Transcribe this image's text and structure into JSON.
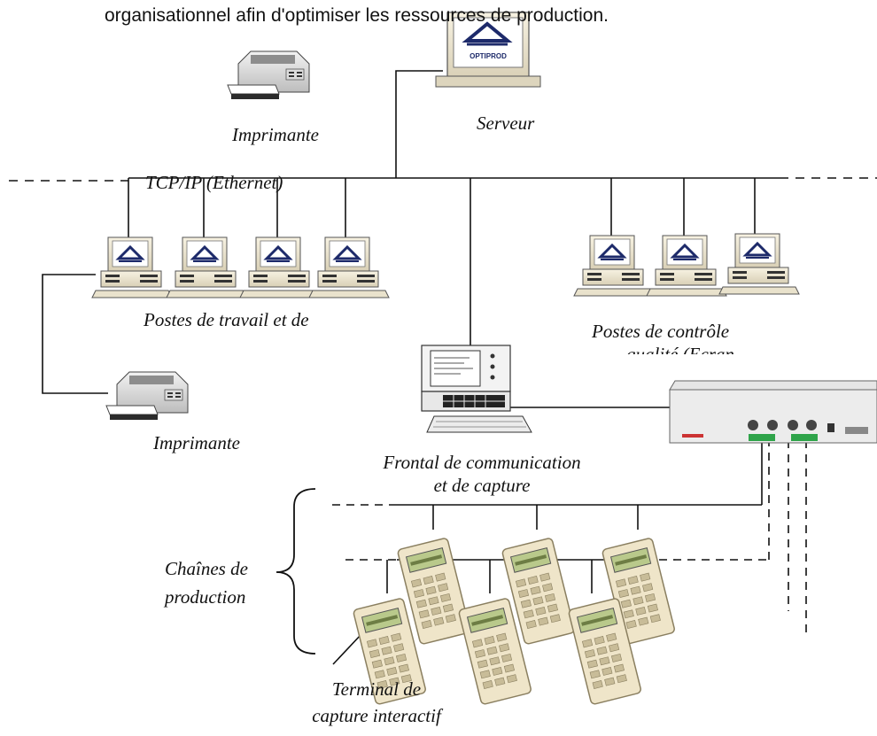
{
  "header_text": "organisationnel afin d'optimiser les ressources de production.",
  "server": {
    "label": "Serveur",
    "screen_brand": "OPTIPROD"
  },
  "printer_top": {
    "label": "Imprimante"
  },
  "printer_bottom": {
    "label": "Imprimante"
  },
  "network": {
    "label": "TCP/IP (Ethernet)"
  },
  "workstations": {
    "label": "Postes de travail et de"
  },
  "quality_stations": {
    "label_line1": "Postes de contrôle",
    "label_line2": "qualité (Ecran"
  },
  "frontend": {
    "label_line1": "Frontal de communication",
    "label_line2": "et de capture"
  },
  "production_lines": {
    "label_line1": "Chaînes de",
    "label_line2": "production"
  },
  "terminal": {
    "label_line1": "Terminal de",
    "label_line2": "capture interactif"
  }
}
